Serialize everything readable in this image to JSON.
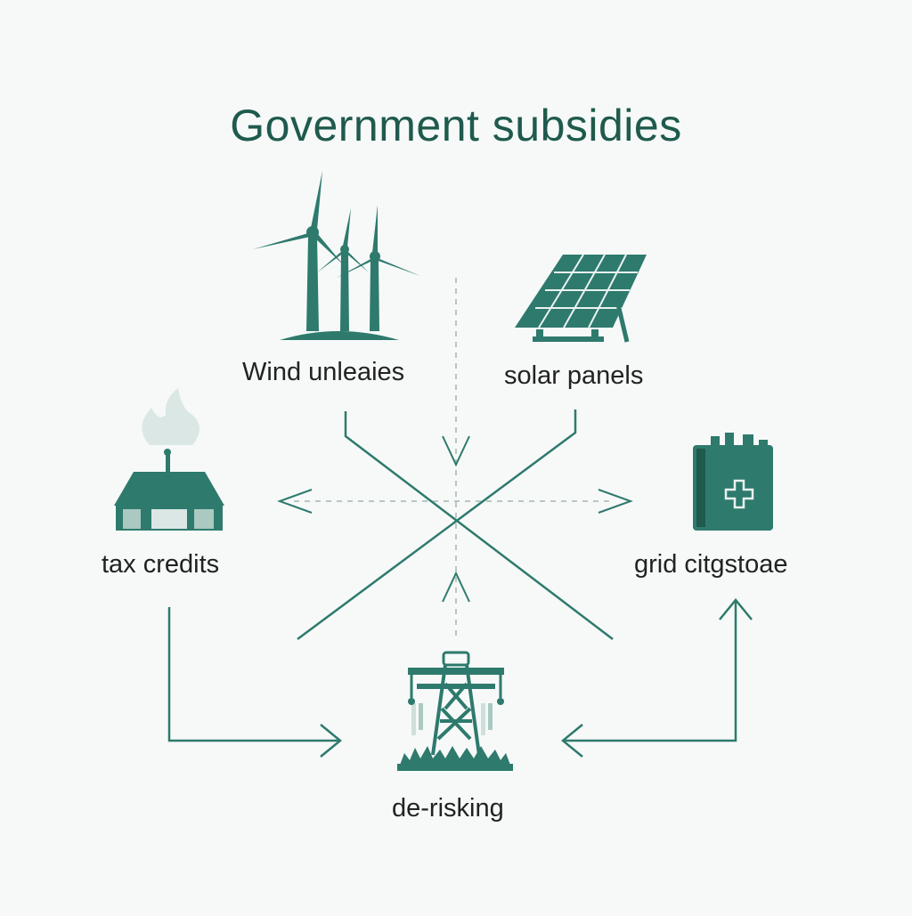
{
  "title": "Government subsidies",
  "nodes": {
    "wind": "Wind unleaies",
    "solar": "solar panels",
    "tax": "tax credits",
    "grid": "grid citgstoae",
    "derisk": "de-risking"
  },
  "colors": {
    "primary": "#2e7a6d",
    "dark": "#1f5a4d",
    "light": "#a9c9c1",
    "background": "#f6f9f8"
  }
}
